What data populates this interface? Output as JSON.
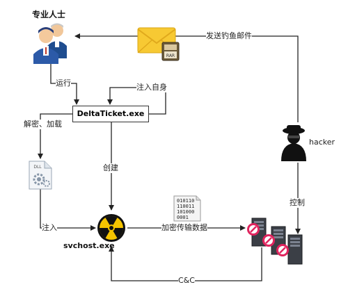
{
  "nodes": {
    "professional": "专业人士",
    "delta_ticket": "DeltaTicket.exe",
    "svchost": "svchost.exe",
    "hacker": "hacker",
    "dll_label": "DLL",
    "rar_label": "RAR",
    "binary_text": [
      "010110",
      "110011",
      "101000",
      "0001"
    ]
  },
  "edges": {
    "send_phishing": "发送钓鱼邮件",
    "run": "运行",
    "inject_self": "注入自身",
    "decrypt_load": "解密、加载",
    "create": "创建",
    "inject": "注入",
    "encrypt_transfer": "加密传输数据",
    "control": "控制",
    "cnc": "C&C"
  }
}
